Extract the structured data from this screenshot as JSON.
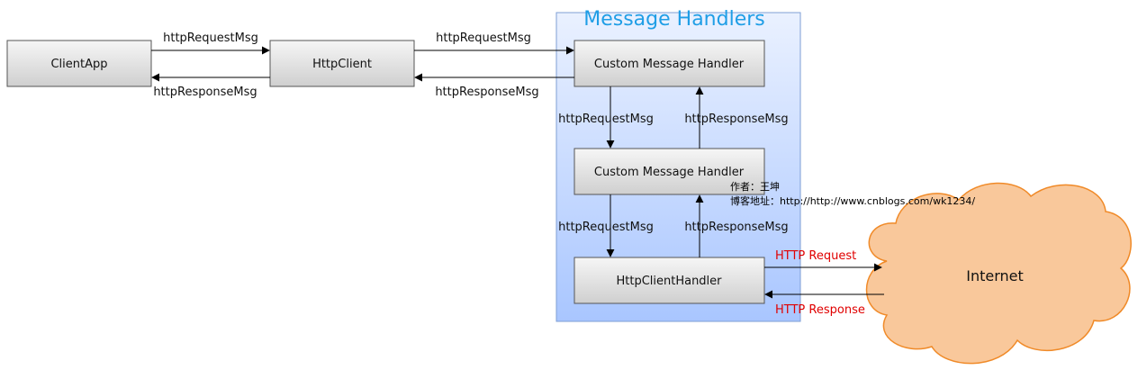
{
  "colors": {
    "title": "#1f9ee6",
    "http_label": "#e00000",
    "box_fill_top": "#f6f6f6",
    "box_fill_bottom": "#cfcfcf",
    "group_fill_top": "#eaf1ff",
    "group_fill_bottom": "#a9c6ff",
    "cloud_fill": "#f9c89b",
    "cloud_stroke": "#f08a28"
  },
  "group": {
    "title": "Message Handlers"
  },
  "nodes": {
    "client_app": "ClientApp",
    "http_client": "HttpClient",
    "custom_handler_1": "Custom Message Handler",
    "custom_handler_2": "Custom Message Handler",
    "http_client_handler": "HttpClientHandler",
    "internet": "Internet"
  },
  "edges": {
    "client_to_httpclient": "httpRequestMsg",
    "httpclient_to_client": "httpResponseMsg",
    "httpclient_to_handler1": "httpRequestMsg",
    "handler1_to_httpclient": "httpResponseMsg",
    "handler1_to_handler2": "httpRequestMsg",
    "handler2_to_handler1": "httpResponseMsg",
    "handler2_to_clienthandler": "httpRequestMsg",
    "clienthandler_to_handler2": "httpResponseMsg",
    "clienthandler_to_internet": "HTTP Request",
    "internet_to_clienthandler": "HTTP Response"
  },
  "watermark": {
    "author": "作者：王坤",
    "blog": "博客地址：http://http://www.cnblogs.com/wk1234/"
  }
}
